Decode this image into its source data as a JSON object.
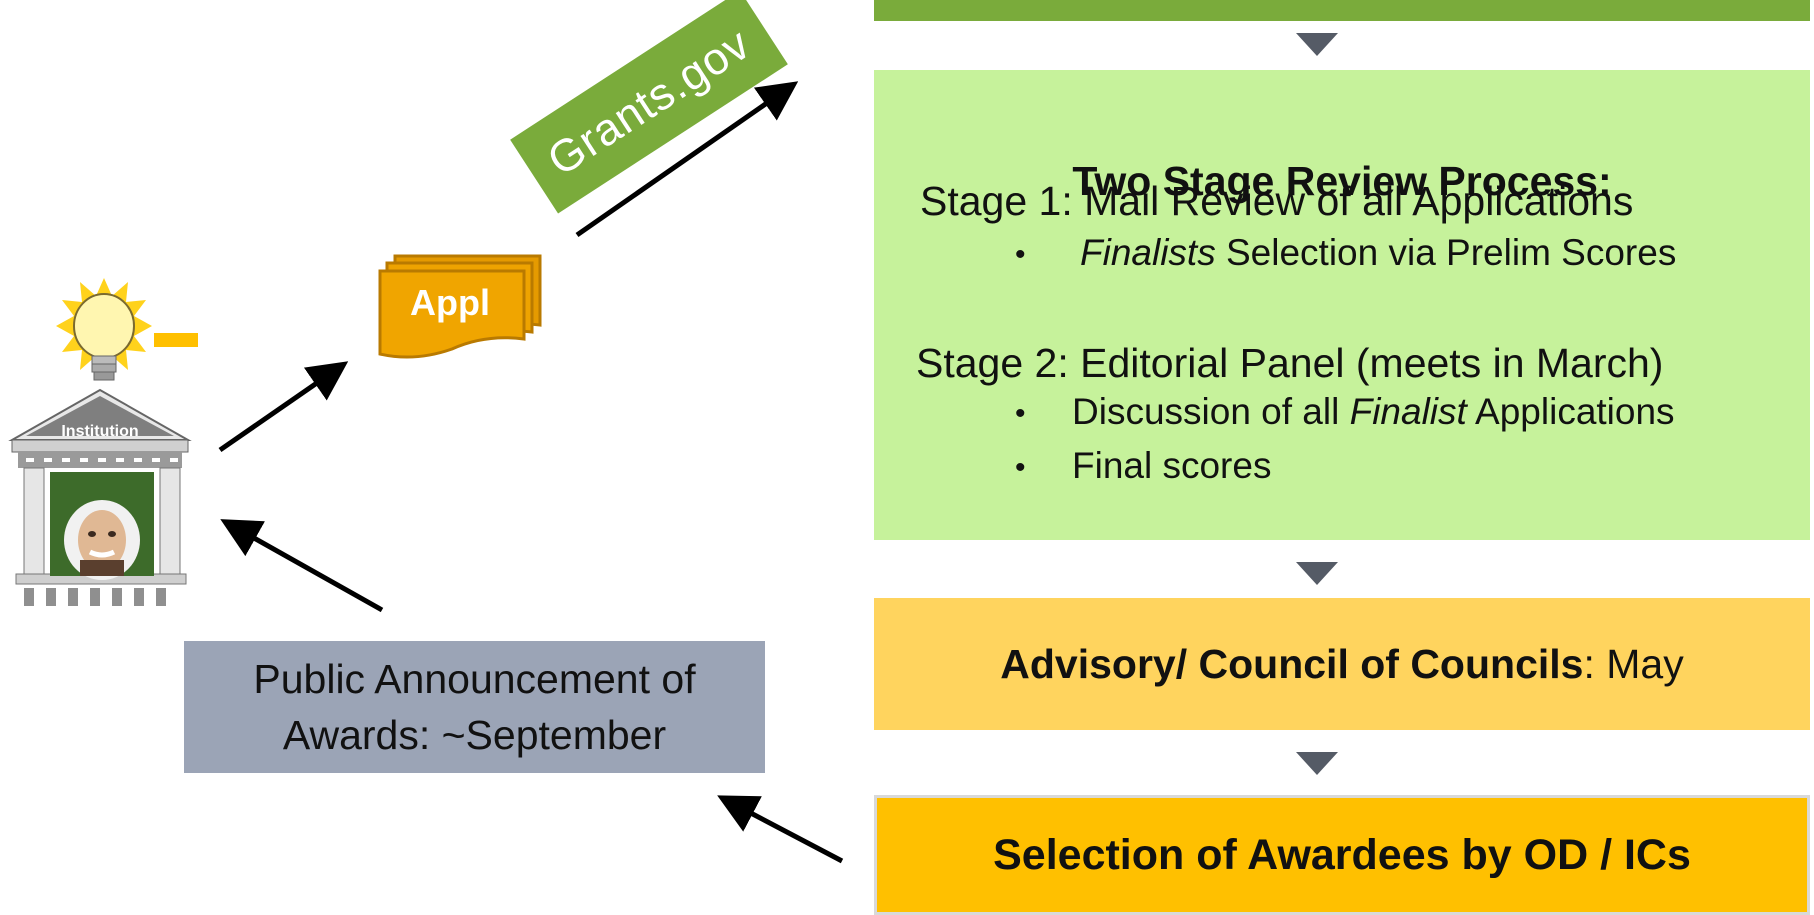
{
  "flow": {
    "review": {
      "title": "Two Stage Review Process:",
      "stage1": "Stage 1:  Mail Review of all Applications",
      "stage1_bullet_italic": "Finalists",
      "stage1_bullet_rest": " Selection via Prelim Scores",
      "stage2": "Stage 2:  Editorial Panel (meets in March)",
      "stage2_bullet1_pre": "Discussion of all ",
      "stage2_bullet1_italic": "Finalist",
      "stage2_bullet1_post": " Applications",
      "stage2_bullet2": "Final scores",
      "bullet_char": "•"
    },
    "advisory": {
      "bold": "Advisory/ Council of Councils",
      "rest": ": May"
    },
    "selection": "Selection of Awardees by OD / ICs",
    "announcement": {
      "line1": "Public Announcement of",
      "line2": "Awards: ~September"
    }
  },
  "labels": {
    "grants": "Grants.gov",
    "appl": "Appl",
    "institution": "Institution"
  },
  "icons": {
    "lightbulb": "lightbulb-icon",
    "institution": "institution-building-icon",
    "portrait": "portrait-icon",
    "documents": "document-stack-icon",
    "arrow": "arrow-icon",
    "triangle": "down-triangle-icon"
  },
  "colors": {
    "green_dark": "#7aab3b",
    "green_light": "#c6f29b",
    "yellow_light": "#ffd45e",
    "yellow": "#ffc000",
    "slate": "#9ba4b6",
    "doc_fill": "#f0a500"
  }
}
